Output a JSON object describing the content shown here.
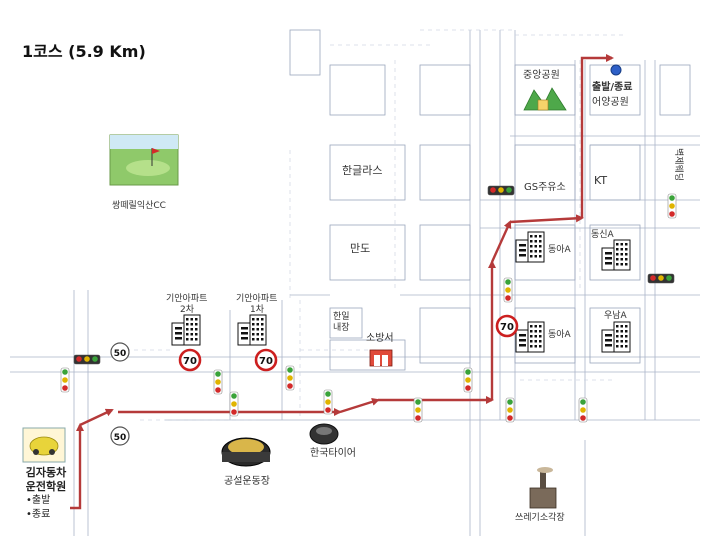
{
  "map": {
    "title": "1코스 (5.9 Km)",
    "route_color": "#b53a3a",
    "road_line_color": "#aab4c8",
    "block_line_color": "#9aa6bd",
    "start_label": "출발/종료",
    "landmarks": {
      "golf": "쌍떼릴익산CC",
      "park": "중앙공원",
      "eoyang_park": "어양공원",
      "hangeullas": "한글라스",
      "mando": "만도",
      "hanil": "한일내장",
      "fire_station": "소방서",
      "gs_station": "GS주유소",
      "kt": "KT",
      "byeokje": "벽제웨딩",
      "giaan2": "기안아파트 2차",
      "giaan1": "기안아파트 1차",
      "donga_top": "동아A",
      "dongsin": "동신A",
      "donga_bottom": "동아A",
      "unam": "우남A",
      "stadium": "공설운동장",
      "hankook_tire": "한국타이어",
      "waste_plant": "쓰레기소각장"
    },
    "school": {
      "name_line1": "김자동차",
      "name_line2": "운전학원",
      "item_start": "•출발",
      "item_end": "•종료"
    },
    "speed_signs": [
      "50",
      "50",
      "70",
      "70",
      "70"
    ]
  }
}
